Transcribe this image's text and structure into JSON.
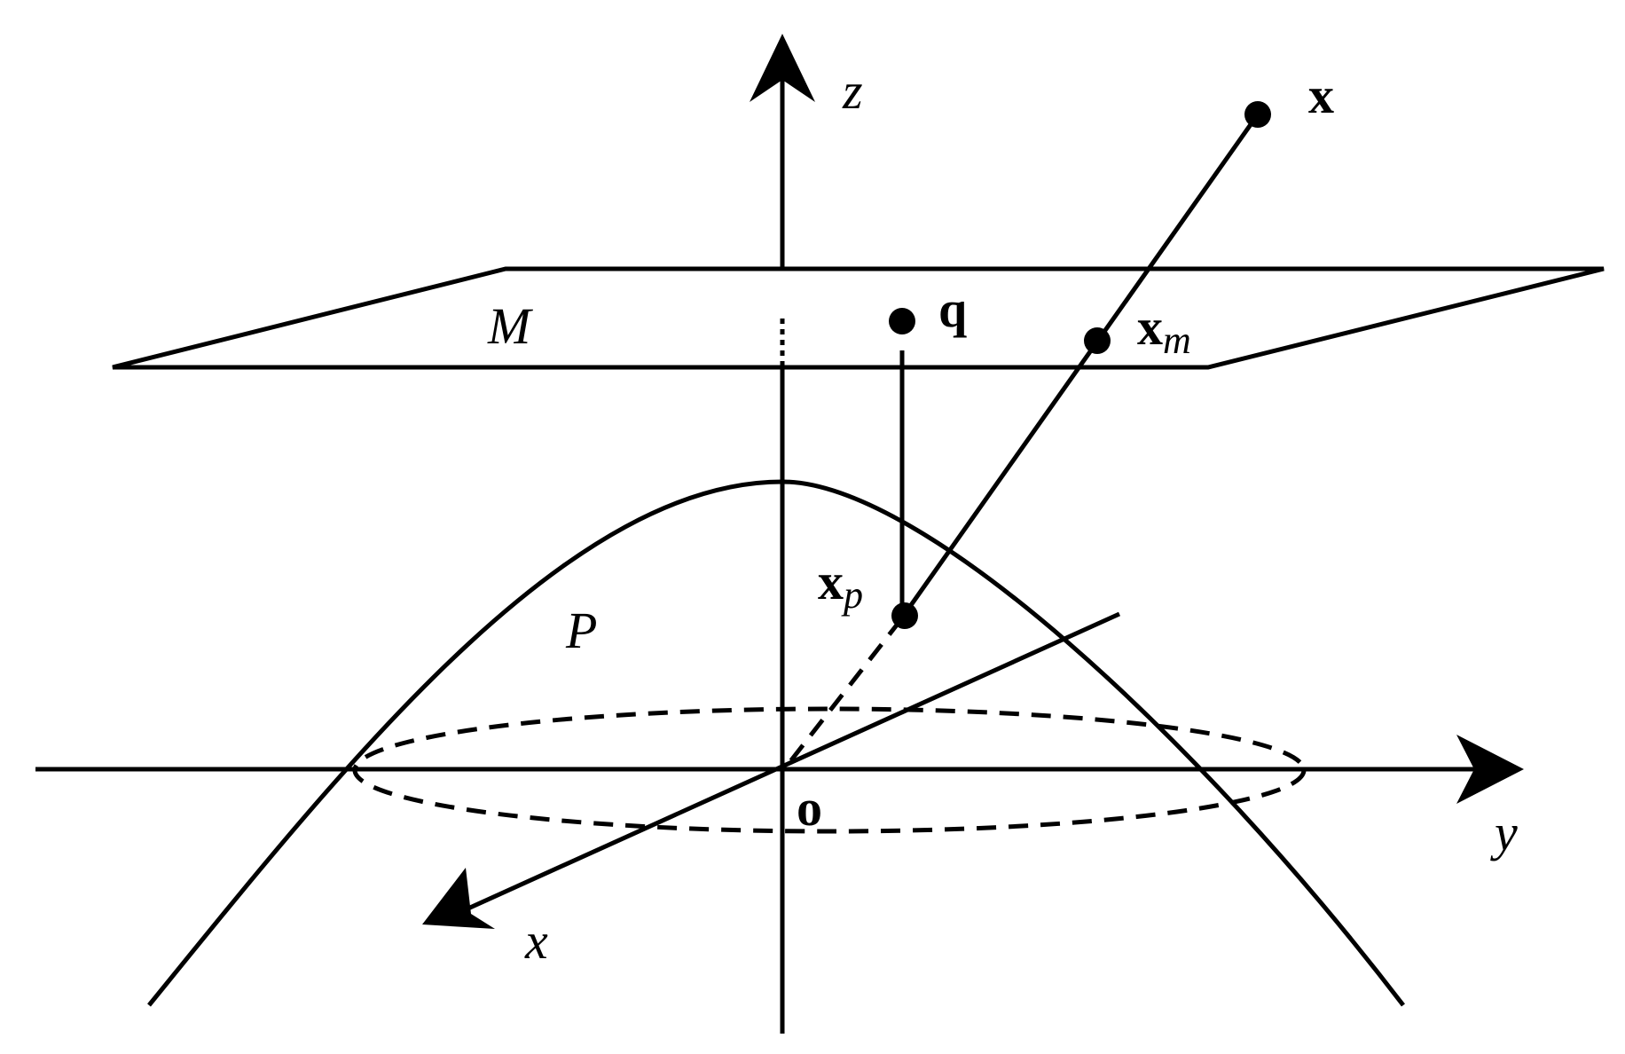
{
  "labels": {
    "z_axis": "z",
    "y_axis": "y",
    "x_axis": "x",
    "plane": "M",
    "paraboloid": "P",
    "origin": "o",
    "point_q": "q",
    "point_x": "x",
    "point_xm_base": "x",
    "point_xm_sub": "m",
    "point_xp_base": "x",
    "point_xp_sub": "p"
  },
  "colors": {
    "stroke": "#000000",
    "background": "#ffffff"
  }
}
